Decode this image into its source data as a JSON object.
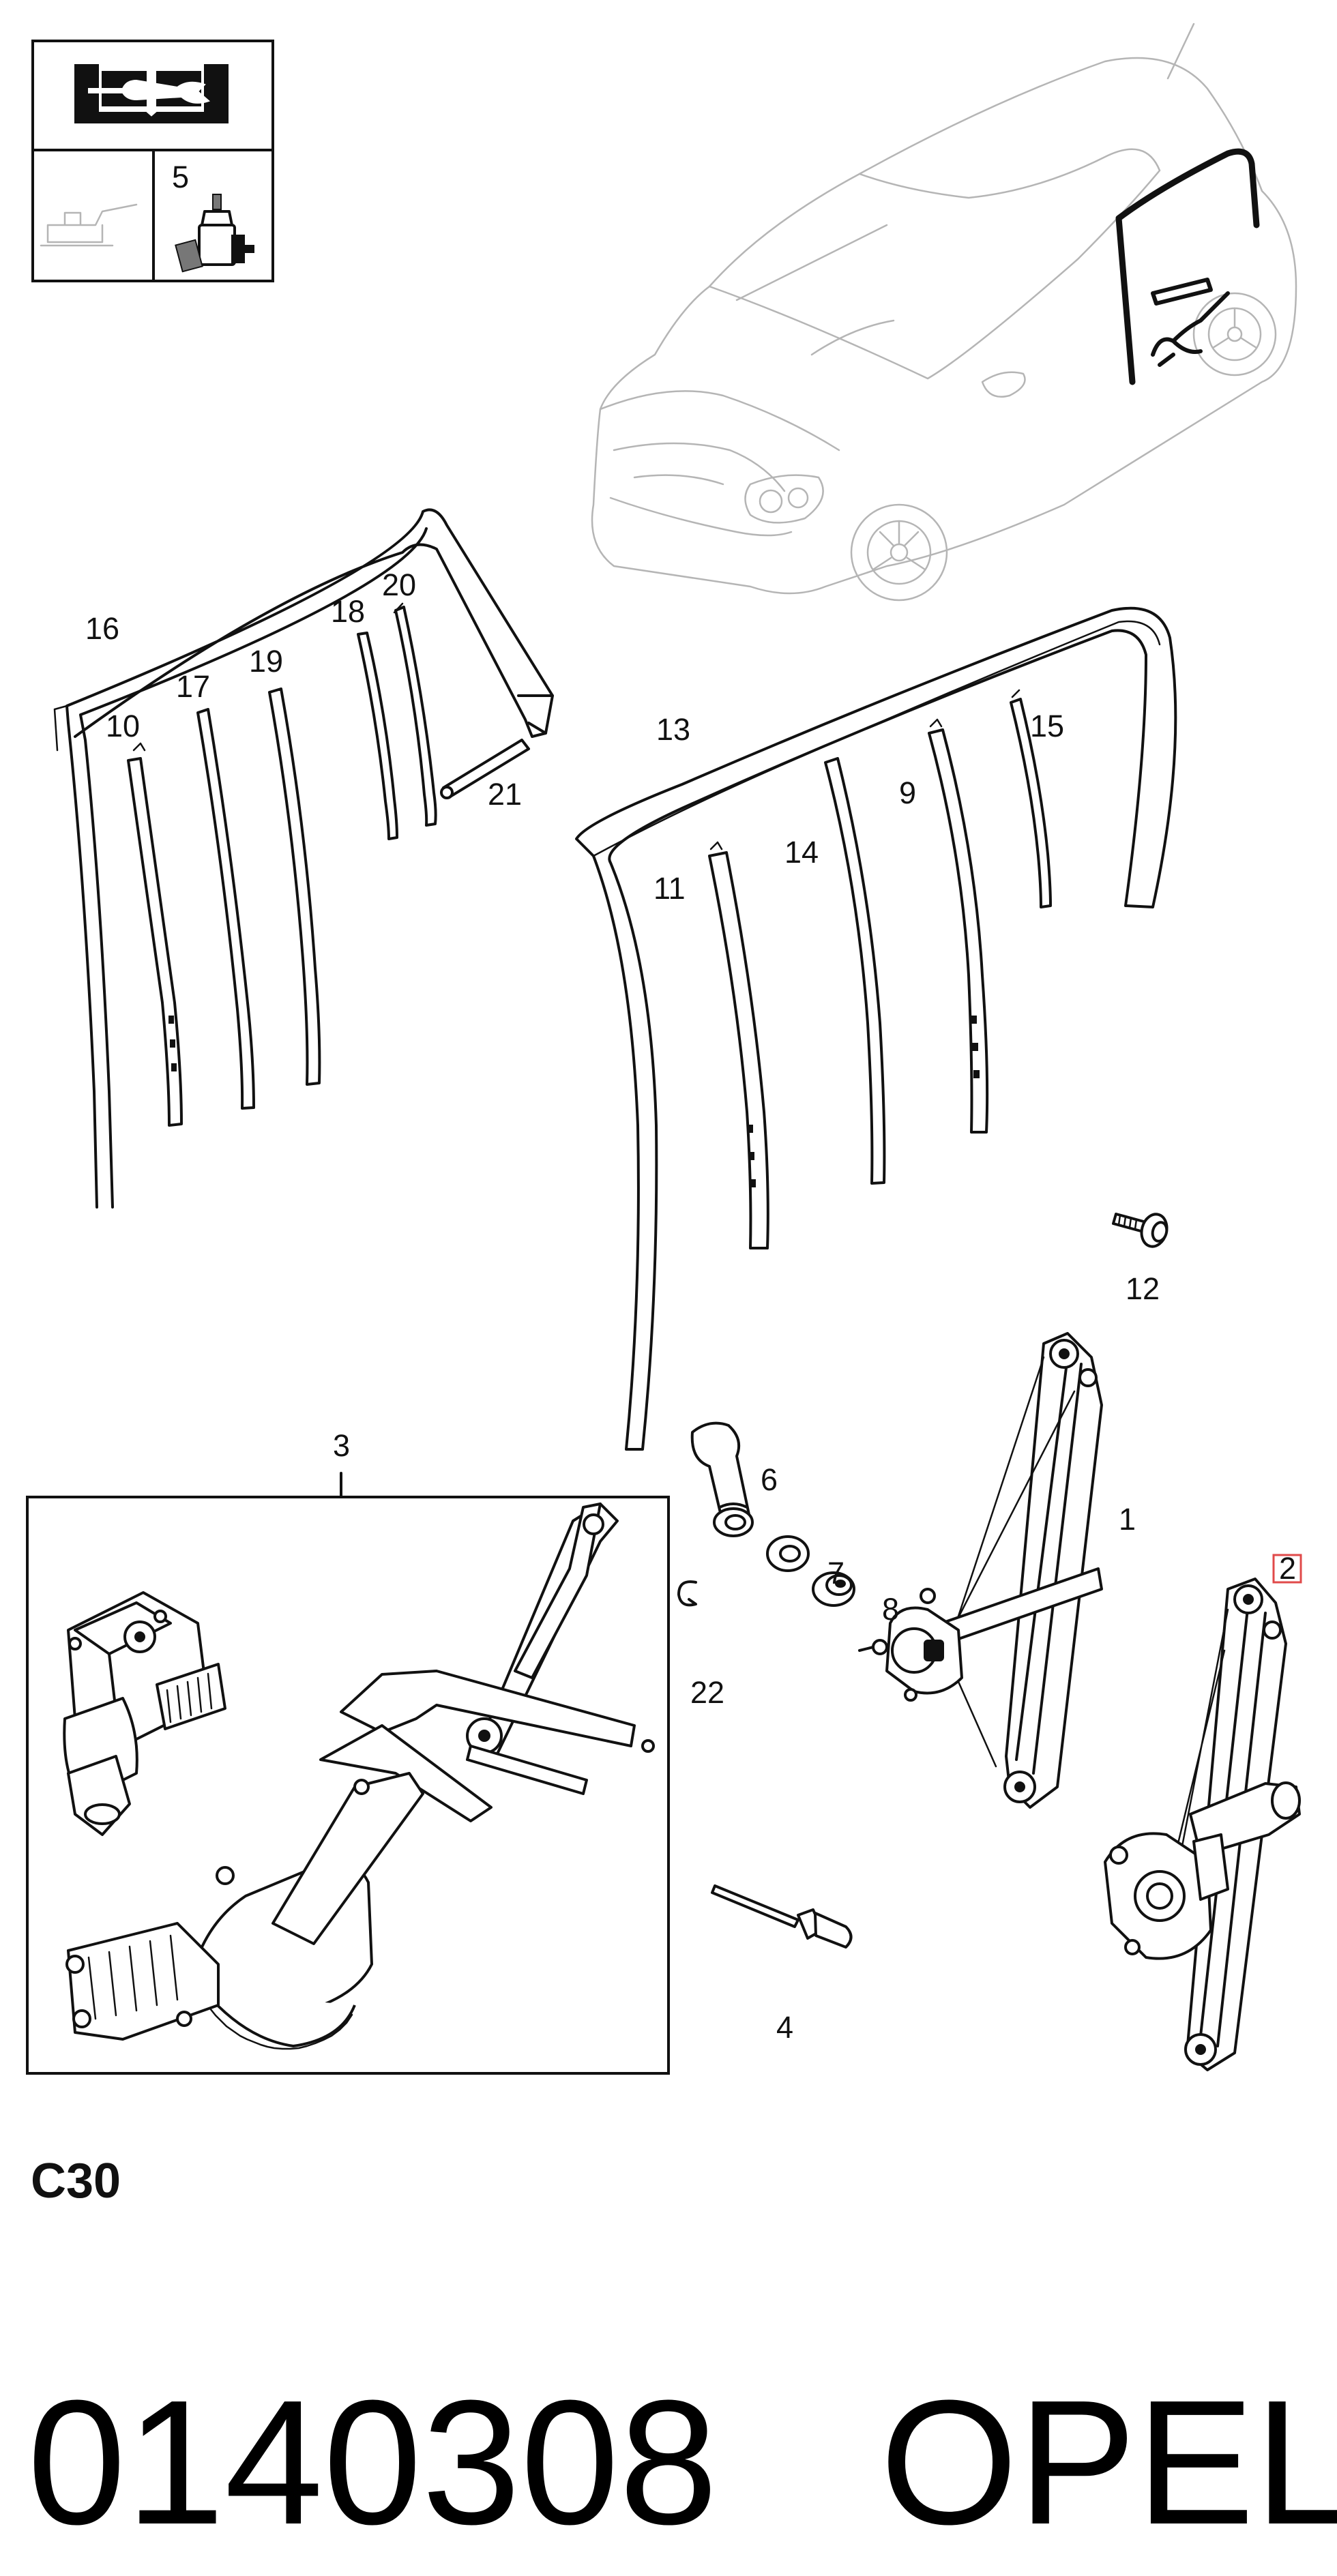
{
  "title": "0140308",
  "brand": "OPEL",
  "section_code": "C30",
  "legend": {
    "manual_icon": "book-wrench-icon",
    "oil_icon": "oil-can-icon",
    "adhesive_icon": "adhesive-tube-icon",
    "adhesive_ref": "5"
  },
  "callouts": {
    "p1": "1",
    "p2": "2",
    "p3": "3",
    "p4": "4",
    "p6": "6",
    "p7": "7",
    "p8": "8",
    "p9": "9",
    "p10": "10",
    "p11": "11",
    "p12": "12",
    "p13": "13",
    "p14": "14",
    "p15": "15",
    "p16": "16",
    "p17": "17",
    "p18": "18",
    "p19": "19",
    "p20": "20",
    "p21": "21",
    "p22": "22"
  },
  "colors": {
    "line": "#111111",
    "ghost": "#b5b5b5",
    "highlight": "#e04a4a"
  }
}
